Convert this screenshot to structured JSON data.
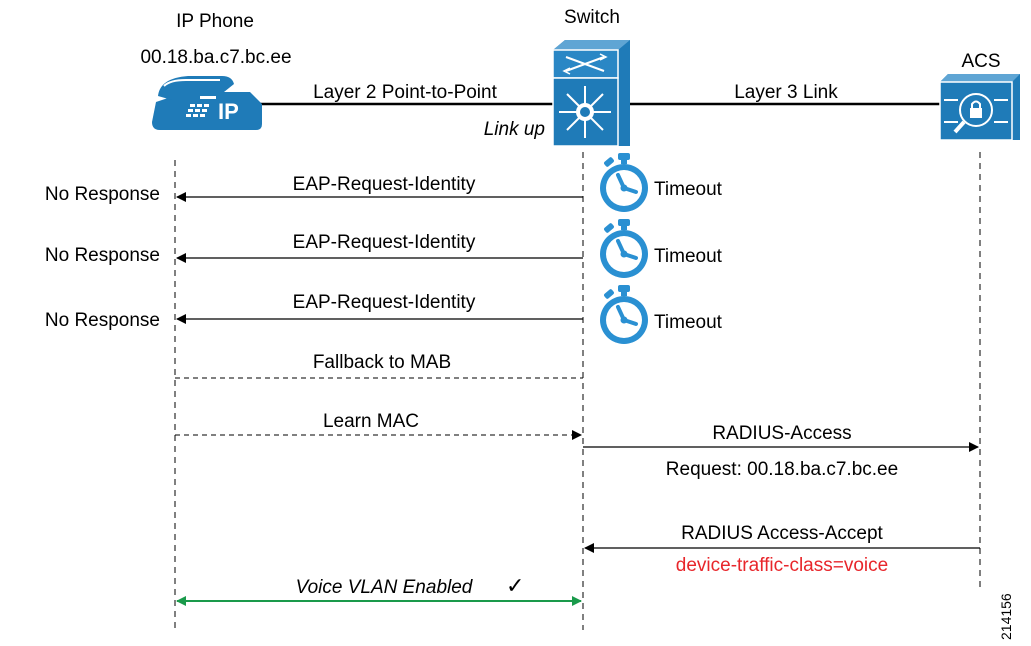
{
  "actors": {
    "phone": {
      "name": "IP Phone",
      "mac": "00.18.ba.c7.bc.ee",
      "icon": "ip-phone-icon",
      "badge": "IP"
    },
    "switch": {
      "name": "Switch",
      "icon": "switch-icon"
    },
    "acs": {
      "name": "ACS",
      "icon": "acs-server-icon"
    }
  },
  "links": {
    "phone_switch": "Layer 2 Point-to-Point",
    "switch_acs": "Layer 3 Link",
    "link_status": "Link up"
  },
  "steps": [
    {
      "label": "EAP-Request-Identity",
      "left_note": "No Response",
      "right_note": "Timeout"
    },
    {
      "label": "EAP-Request-Identity",
      "left_note": "No Response",
      "right_note": "Timeout"
    },
    {
      "label": "EAP-Request-Identity",
      "left_note": "No Response",
      "right_note": "Timeout"
    },
    {
      "label": "Fallback to MAB"
    },
    {
      "label": "Learn MAC"
    },
    {
      "label": "RADIUS-Access",
      "sublabel": "Request: 00.18.ba.c7.bc.ee"
    },
    {
      "label": "RADIUS Access-Accept",
      "sublabel": "device-traffic-class=voice"
    },
    {
      "label": "Voice VLAN Enabled",
      "mark": "✓"
    }
  ],
  "figure_id": "214156",
  "colors": {
    "device_blue": "#1f7bb8",
    "stopwatch_blue": "#2a90d2",
    "accept_red": "#e8262b",
    "vlan_green": "#1a9a4b",
    "line": "#000000"
  }
}
